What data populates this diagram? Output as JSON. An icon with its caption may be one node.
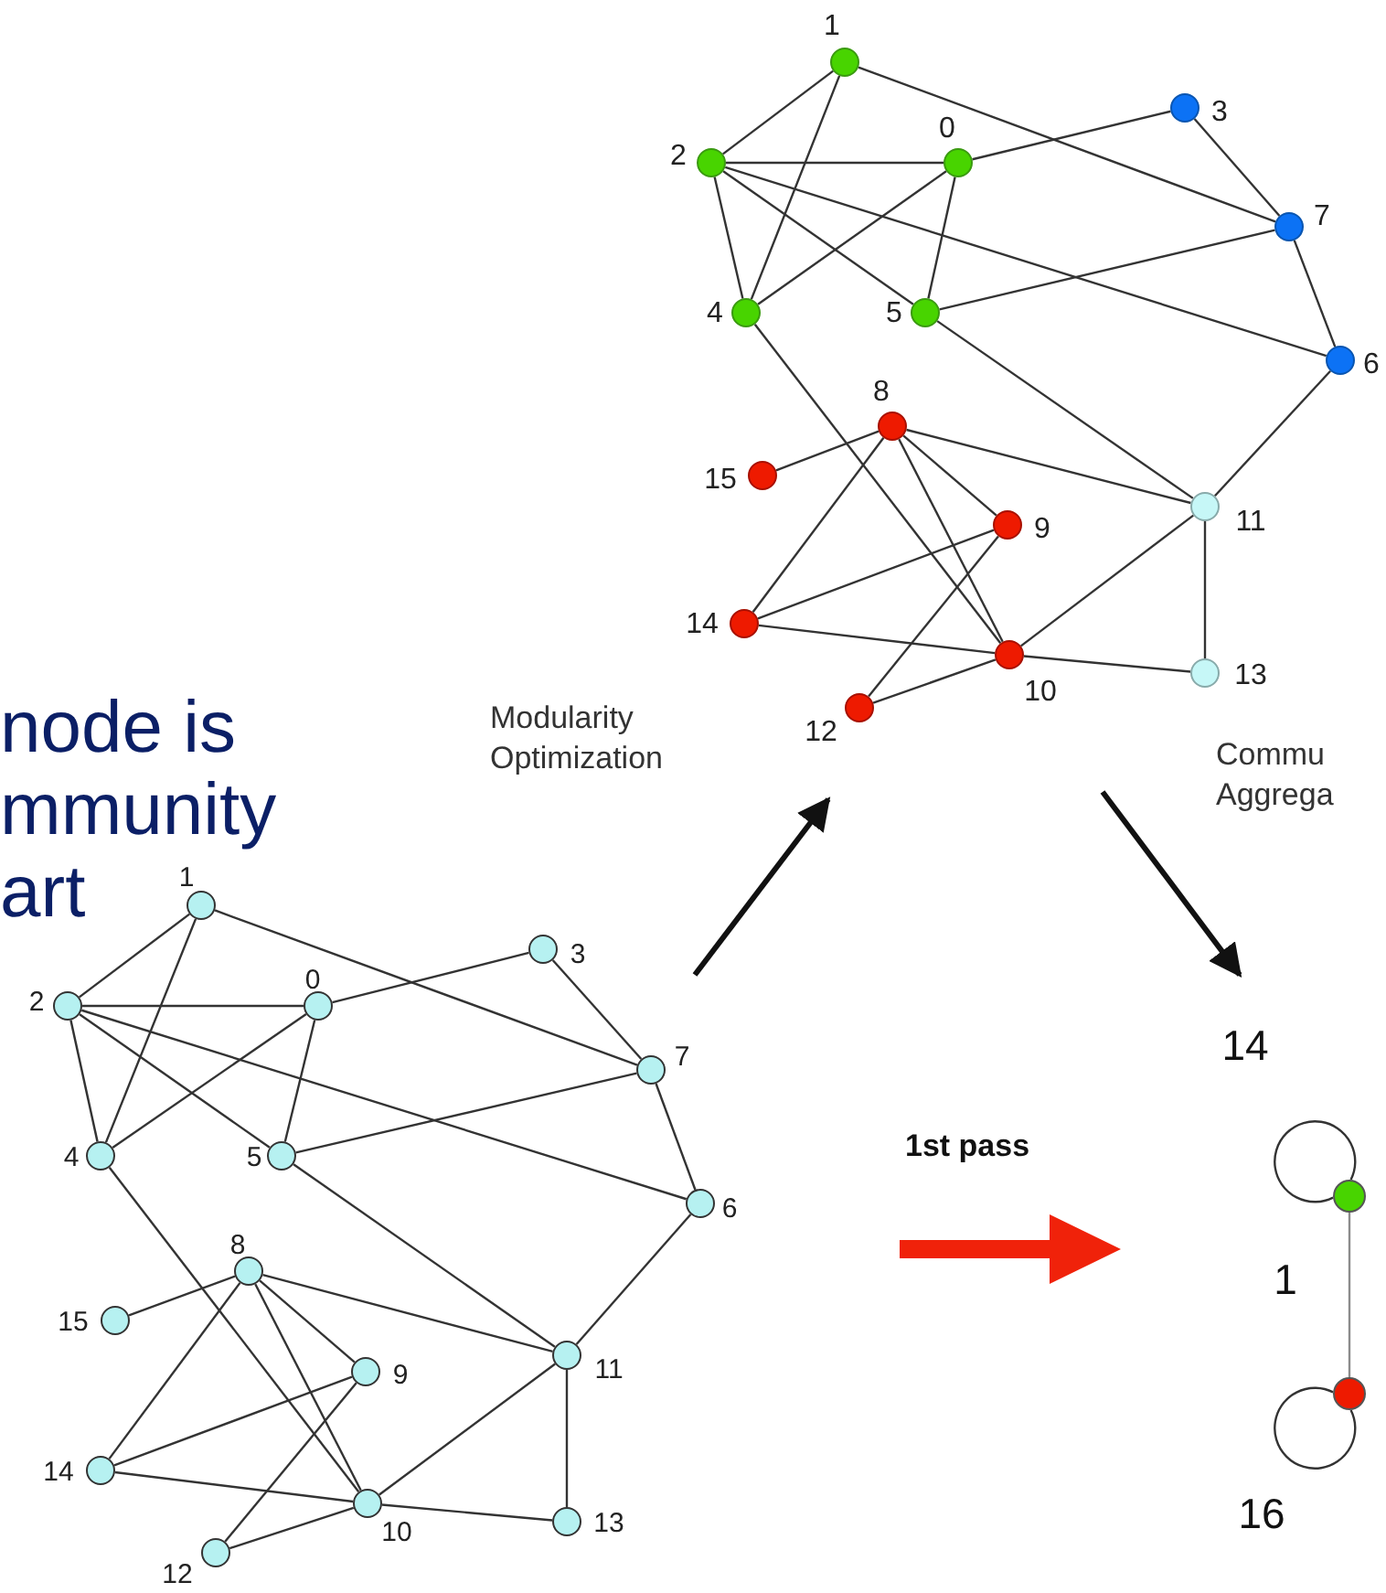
{
  "diagram": {
    "nodes": [
      {
        "text": [
          "0"
        ]
      },
      {
        "text": [
          "1"
        ]
      },
      {
        "text": [
          "2"
        ]
      },
      {
        "text": [
          "3"
        ]
      },
      {
        "text": [
          "4"
        ]
      },
      {
        "text": [
          "5"
        ]
      },
      {
        "text": [
          "6"
        ]
      },
      {
        "text": [
          "7"
        ]
      },
      {
        "text": [
          "8"
        ]
      },
      {
        "text": [
          "9"
        ]
      },
      {
        "text": [
          "10"
        ]
      },
      {
        "text": [
          "11"
        ]
      },
      {
        "text": [
          "12"
        ]
      },
      {
        "text": [
          "13"
        ]
      },
      {
        "text": [
          "14"
        ]
      },
      {
        "text": [
          "15"
        ]
      },
      {
        "text": [
          "0"
        ]
      },
      {
        "text": [
          "1"
        ]
      },
      {
        "text": [
          "2"
        ]
      },
      {
        "text": [
          "3"
        ]
      },
      {
        "text": [
          "4"
        ]
      },
      {
        "text": [
          "5"
        ]
      },
      {
        "text": [
          "6"
        ]
      },
      {
        "text": [
          "7"
        ]
      },
      {
        "text": [
          "8"
        ]
      },
      {
        "text": [
          "9"
        ]
      },
      {
        "text": [
          "10"
        ]
      },
      {
        "text": [
          "11"
        ]
      },
      {
        "text": [
          "12"
        ]
      },
      {
        "text": [
          "13"
        ]
      },
      {
        "text": [
          "14"
        ]
      },
      {
        "text": [
          "15"
        ]
      },
      {
        "text": [],
        "shape": "circle"
      },
      {
        "text": [],
        "shape": "circle"
      }
    ],
    "edges": [
      {
        "from": 1,
        "to": 2,
        "arrow": "none"
      },
      {
        "from": 1,
        "to": 4,
        "arrow": "none"
      },
      {
        "from": 1,
        "to": 7,
        "arrow": "none"
      },
      {
        "from": 2,
        "to": 0,
        "arrow": "none"
      },
      {
        "from": 2,
        "to": 4,
        "arrow": "none"
      },
      {
        "from": 2,
        "to": 5,
        "arrow": "none"
      },
      {
        "from": 2,
        "to": 6,
        "arrow": "none"
      },
      {
        "from": 0,
        "to": 3,
        "arrow": "none"
      },
      {
        "from": 0,
        "to": 4,
        "arrow": "none"
      },
      {
        "from": 0,
        "to": 5,
        "arrow": "none"
      },
      {
        "from": 3,
        "to": 7,
        "arrow": "none"
      },
      {
        "from": 7,
        "to": 5,
        "arrow": "none"
      },
      {
        "from": 7,
        "to": 6,
        "arrow": "none"
      },
      {
        "from": 4,
        "to": 10,
        "arrow": "none"
      },
      {
        "from": 5,
        "to": 11,
        "arrow": "none"
      },
      {
        "from": 6,
        "to": 11,
        "arrow": "none"
      },
      {
        "from": 8,
        "to": 15,
        "arrow": "none"
      },
      {
        "from": 8,
        "to": 14,
        "arrow": "none"
      },
      {
        "from": 8,
        "to": 9,
        "arrow": "none"
      },
      {
        "from": 8,
        "to": 10,
        "arrow": "none"
      },
      {
        "from": 8,
        "to": 11,
        "arrow": "none"
      },
      {
        "from": 9,
        "to": 14,
        "arrow": "none"
      },
      {
        "from": 9,
        "to": 12,
        "arrow": "none"
      },
      {
        "from": 14,
        "to": 10,
        "arrow": "none"
      },
      {
        "from": 10,
        "to": 11,
        "arrow": "none"
      },
      {
        "from": 10,
        "to": 13,
        "arrow": "none"
      },
      {
        "from": 10,
        "to": 12,
        "arrow": "none"
      },
      {
        "from": 11,
        "to": 13,
        "arrow": "none"
      },
      {
        "from": 17,
        "to": 18,
        "arrow": "none"
      },
      {
        "from": 17,
        "to": 20,
        "arrow": "none"
      },
      {
        "from": 17,
        "to": 23,
        "arrow": "none"
      },
      {
        "from": 18,
        "to": 16,
        "arrow": "none"
      },
      {
        "from": 18,
        "to": 20,
        "arrow": "none"
      },
      {
        "from": 18,
        "to": 21,
        "arrow": "none"
      },
      {
        "from": 18,
        "to": 22,
        "arrow": "none"
      },
      {
        "from": 16,
        "to": 19,
        "arrow": "none"
      },
      {
        "from": 16,
        "to": 20,
        "arrow": "none"
      },
      {
        "from": 16,
        "to": 21,
        "arrow": "none"
      },
      {
        "from": 19,
        "to": 23,
        "arrow": "none"
      },
      {
        "from": 23,
        "to": 21,
        "arrow": "none"
      },
      {
        "from": 23,
        "to": 22,
        "arrow": "none"
      },
      {
        "from": 20,
        "to": 26,
        "arrow": "none"
      },
      {
        "from": 21,
        "to": 27,
        "arrow": "none"
      },
      {
        "from": 22,
        "to": 27,
        "arrow": "none"
      },
      {
        "from": 24,
        "to": 31,
        "arrow": "none"
      },
      {
        "from": 24,
        "to": 30,
        "arrow": "none"
      },
      {
        "from": 24,
        "to": 25,
        "arrow": "none"
      },
      {
        "from": 24,
        "to": 26,
        "arrow": "none"
      },
      {
        "from": 24,
        "to": 27,
        "arrow": "none"
      },
      {
        "from": 25,
        "to": 30,
        "arrow": "none"
      },
      {
        "from": 25,
        "to": 28,
        "arrow": "none"
      },
      {
        "from": 30,
        "to": 26,
        "arrow": "none"
      },
      {
        "from": 26,
        "to": 27,
        "arrow": "none"
      },
      {
        "from": 26,
        "to": 29,
        "arrow": "none"
      },
      {
        "from": 26,
        "to": 28,
        "arrow": "none"
      },
      {
        "from": 27,
        "to": 29,
        "arrow": "none"
      },
      {
        "from": 32,
        "to": 32,
        "arrow": "none",
        "label": "14"
      },
      {
        "from": 32,
        "to": 33,
        "arrow": "none",
        "label": "1",
        "color": "#8c8c8c"
      },
      {
        "from": 33,
        "to": 33,
        "arrow": "none",
        "label": "16"
      }
    ],
    "labels": [
      "node is mmunity art",
      "Modularity Optimization",
      "Commu Aggrega",
      "1st pass"
    ]
  }
}
